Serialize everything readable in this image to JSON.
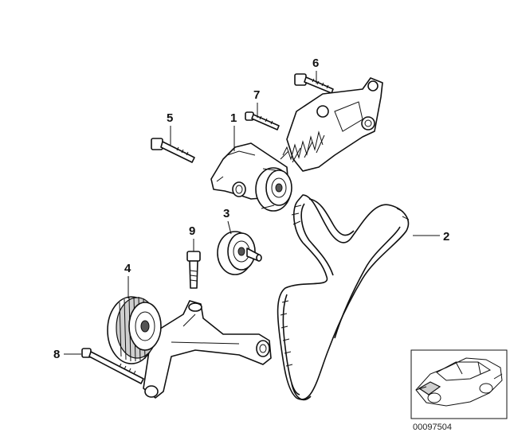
{
  "callouts": [
    {
      "id": "1",
      "label": "1"
    },
    {
      "id": "2",
      "label": "2"
    },
    {
      "id": "3",
      "label": "3"
    },
    {
      "id": "4",
      "label": "4"
    },
    {
      "id": "5",
      "label": "5"
    },
    {
      "id": "6",
      "label": "6"
    },
    {
      "id": "7",
      "label": "7"
    },
    {
      "id": "8",
      "label": "8"
    },
    {
      "id": "9",
      "label": "9"
    }
  ],
  "inset": {
    "code": "00097504"
  }
}
